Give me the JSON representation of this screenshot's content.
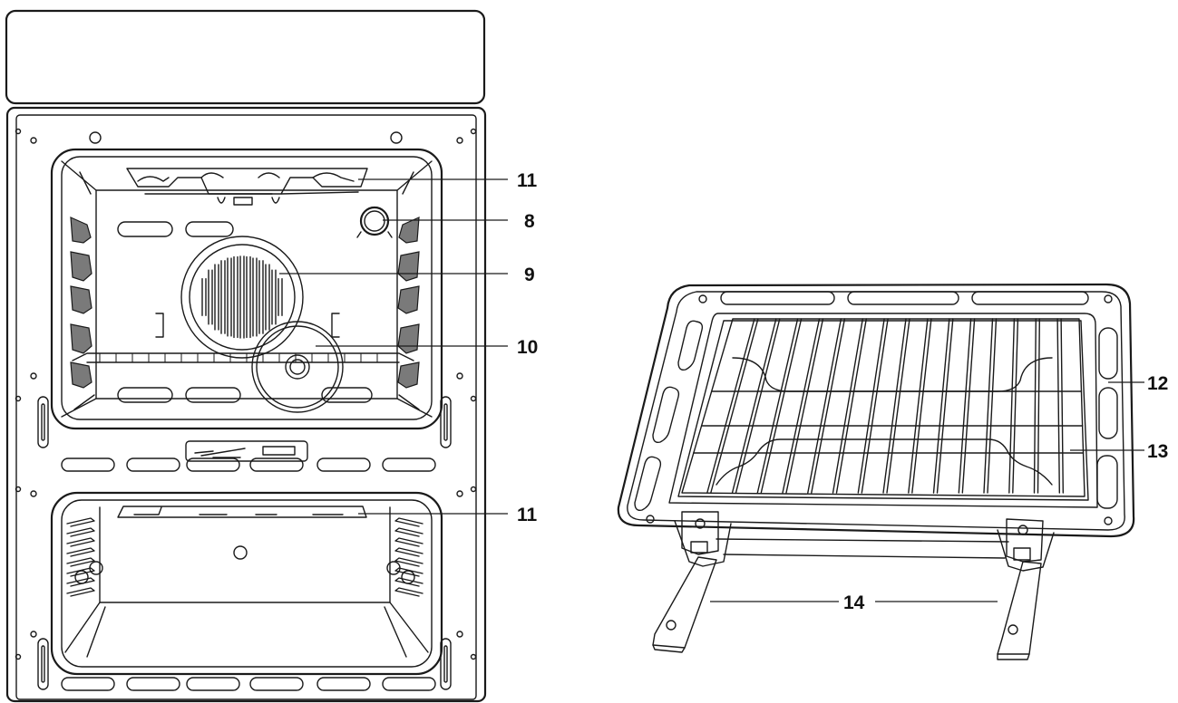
{
  "callouts": {
    "c11_top": "11",
    "c8": "8",
    "c9": "9",
    "c10": "10",
    "c11_bottom": "11",
    "c12": "12",
    "c13": "13",
    "c14": "14"
  },
  "icons": [
    "fan-icon",
    "lamp-icon",
    "grill-element-icon",
    "wire-rack-icon",
    "baking-tray-icon",
    "tray-leg-icon"
  ],
  "colors": {
    "line": "#1a1a1a",
    "rack_grey": "#7a7a7a",
    "background": "#ffffff"
  }
}
